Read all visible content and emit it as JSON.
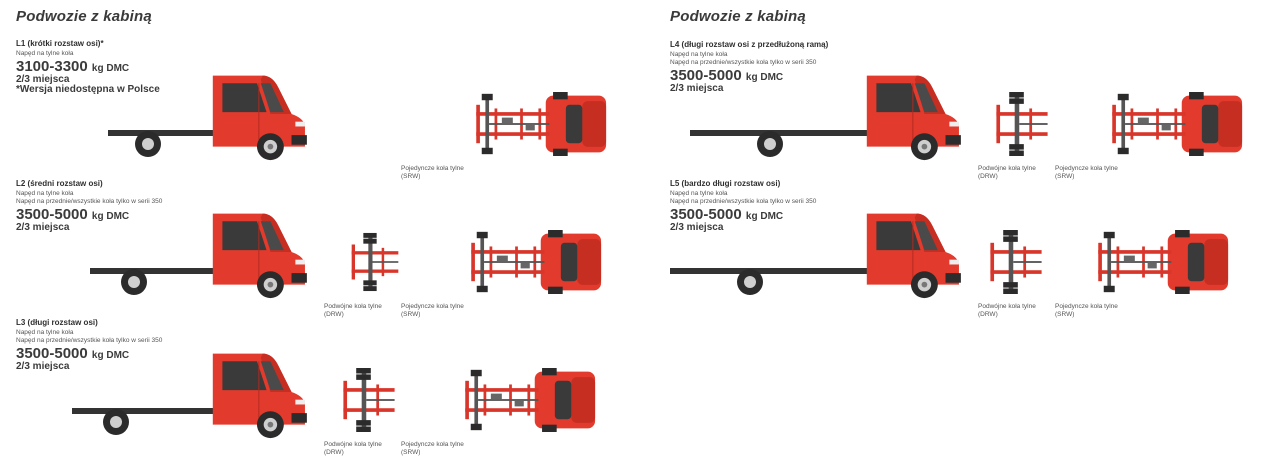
{
  "left_title": "Podwozie z kabiną",
  "right_title": "Podwozie z kabiną",
  "captions": {
    "drw": "Podwójne koła tylne",
    "drw_abbr": "(DRW)",
    "srw": "Pojedyncze koła tylne",
    "srw_abbr": "(SRW)"
  },
  "variants": {
    "l1": {
      "heading": "L1 (krótki rozstaw osi)*",
      "drive1": "Napęd na tylne koła",
      "weight": "3100-3300",
      "unit": "kg DMC",
      "seats": "2/3 miejsca",
      "note": "*Wersja niedostępna w Polsce"
    },
    "l2": {
      "heading": "L2 (średni rozstaw osi)",
      "drive1": "Napęd na tylne koła",
      "drive2": "Napęd na przednie/wszystkie koła tylko w serii 350",
      "weight": "3500-5000",
      "unit": "kg DMC",
      "seats": "2/3 miejsca"
    },
    "l3": {
      "heading": "L3 (długi rozstaw osi)",
      "drive1": "Napęd na tylne koła",
      "drive2": "Napęd na przednie/wszystkie koła tylko w serii 350",
      "weight": "3500-5000",
      "unit": "kg DMC",
      "seats": "2/3 miejsca"
    },
    "l4": {
      "heading": "L4 (długi rozstaw osi z przedłużoną ramą)",
      "drive1": "Napęd na tylne koła",
      "drive2": "Napęd na przednie/wszystkie koła tylko w serii 350",
      "weight": "3500-5000",
      "unit": "kg DMC",
      "seats": "2/3 miejsca"
    },
    "l5": {
      "heading": "L5 (bardzo długi rozstaw osi)",
      "drive1": "Napęd na tylne koła",
      "drive2": "Napęd na przednie/wszystkie koła tylko w serii 350",
      "weight": "3500-5000",
      "unit": "kg DMC",
      "seats": "2/3 miejsca"
    }
  },
  "colors": {
    "body_red": "#e23a2c",
    "frame_red": "#d8362a",
    "wheel": "#2b2b2b",
    "chassis_dark": "#333333"
  }
}
